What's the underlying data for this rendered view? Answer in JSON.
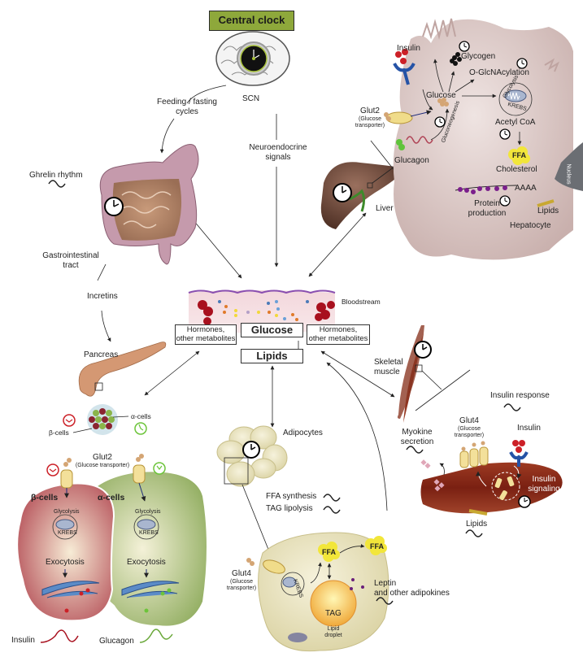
{
  "header": {
    "title": "Central clock"
  },
  "brain": {
    "label": "SCN"
  },
  "flows": {
    "feeding": "Feeding / fasting cycles",
    "feeding_line1": "Feeding / fasting",
    "feeding_line2": "cycles",
    "neuro_line1": "Neuroendocrine",
    "neuro_line2": "signals",
    "incretins": "Incretins"
  },
  "gut": {
    "ghrelin": "Ghrelin rhythm",
    "label_line1": "Gastrointestinal",
    "label_line2": "tract"
  },
  "liver": {
    "label": "Liver"
  },
  "hepatocyte": {
    "title": "Hepatocyte",
    "insulin": "Insulin",
    "glycogen": "Glycogen",
    "oglcnac": "O-GlcNAcylation",
    "glucose": "Glucose",
    "glut2": "Glut2",
    "glut2_sub1": "(Glucose",
    "glut2_sub2": "transporter)",
    "glycolysis": "Glycolysis",
    "krebs": "KREBS",
    "gluconeogenesis": "Gluconeogenesis",
    "acetyl": "Acetyl CoA",
    "ffa": "FFA",
    "cholesterol": "Cholesterol",
    "glucagon": "Glucagon",
    "polya": "AAAA",
    "protein_line1": "Protein",
    "protein_line2": "production",
    "nucleus": "Nucleus",
    "lipids": "Lipids"
  },
  "blood": {
    "label": "Bloodstream",
    "hormones_left_1": "Hormones,",
    "hormones_left_2": "other metabolites",
    "hormones_right_1": "Hormones,",
    "hormones_right_2": "other metabolites",
    "glucose": "Glucose",
    "lipids": "Lipids"
  },
  "pancreas": {
    "label": "Pancreas",
    "alpha": "α-cells",
    "beta": "β-cells",
    "glut2": "Glut2",
    "glut2_sub": "(Glucose transporter)",
    "beta_title": "β-cells",
    "alpha_title": "α-cells",
    "glycolysis": "Glycolysis",
    "krebs": "KREBS",
    "exocytosis": "Exocytosis",
    "insulin": "Insulin",
    "glucagon": "Glucagon"
  },
  "adipose": {
    "label": "Adipocytes",
    "ffa_synth": "FFA synthesis",
    "tag_lipo": "TAG lipolysis",
    "glut4": "Glut4",
    "glut4_sub1": "(Glucose",
    "glut4_sub2": "transporter)",
    "krebs": "KREBS",
    "ffa": "FFA",
    "ffa_out": "FFA",
    "tag": "TAG",
    "droplet_1": "Lipid",
    "droplet_2": "droplet",
    "leptin_1": "Leptin",
    "leptin_2": "and other adipokines"
  },
  "muscle": {
    "label_1": "Skeletal",
    "label_2": "muscle",
    "insulin_response": "Insulin response",
    "myokine_1": "Myokine",
    "myokine_2": "secretion",
    "glut4": "Glut4",
    "glut4_sub1": "(Glucose",
    "glut4_sub2": "transporter)",
    "insulin": "Insulin",
    "signaling_1": "Insulin",
    "signaling_2": "signaling",
    "lipids": "Lipids"
  },
  "colors": {
    "header_green": "#8ea83b",
    "hepatocyte": "#d9c5c3",
    "beta_cell": "#b85d63",
    "alpha_cell": "#9eb86e",
    "adipocyte": "#e8e2bd",
    "muscle": "#8c2a17",
    "ffa_yellow": "#f2e63a",
    "insulin_red": "#cc2027",
    "receptor_blue": "#2553a6"
  }
}
